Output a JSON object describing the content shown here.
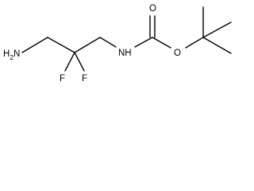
{
  "molecule": {
    "atoms": {
      "amine": {
        "base": "H",
        "subscript": "2",
        "element": "N"
      },
      "fluorine_1": "F",
      "fluorine_2": "F",
      "carbamate_nh": "NH",
      "carbonyl_o": "O",
      "ester_o": "O"
    },
    "colors": {
      "bond": "#000000",
      "text": "#000000",
      "background": "#ffffff"
    }
  }
}
